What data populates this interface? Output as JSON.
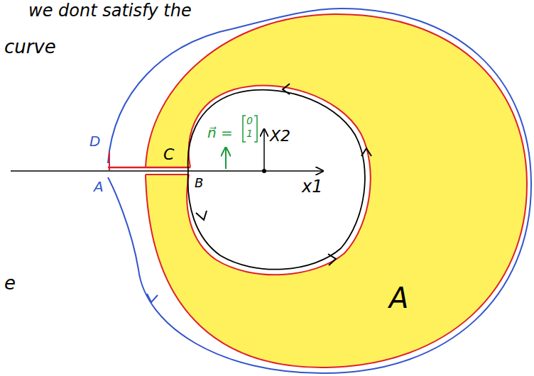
{
  "diagram": {
    "labels": [
      "we dont satisfy the",
      "curve",
      "e",
      "D",
      "A",
      "C",
      "B",
      "n⃗ =",
      "0",
      "1",
      "X2",
      "x1",
      "A"
    ]
  }
}
